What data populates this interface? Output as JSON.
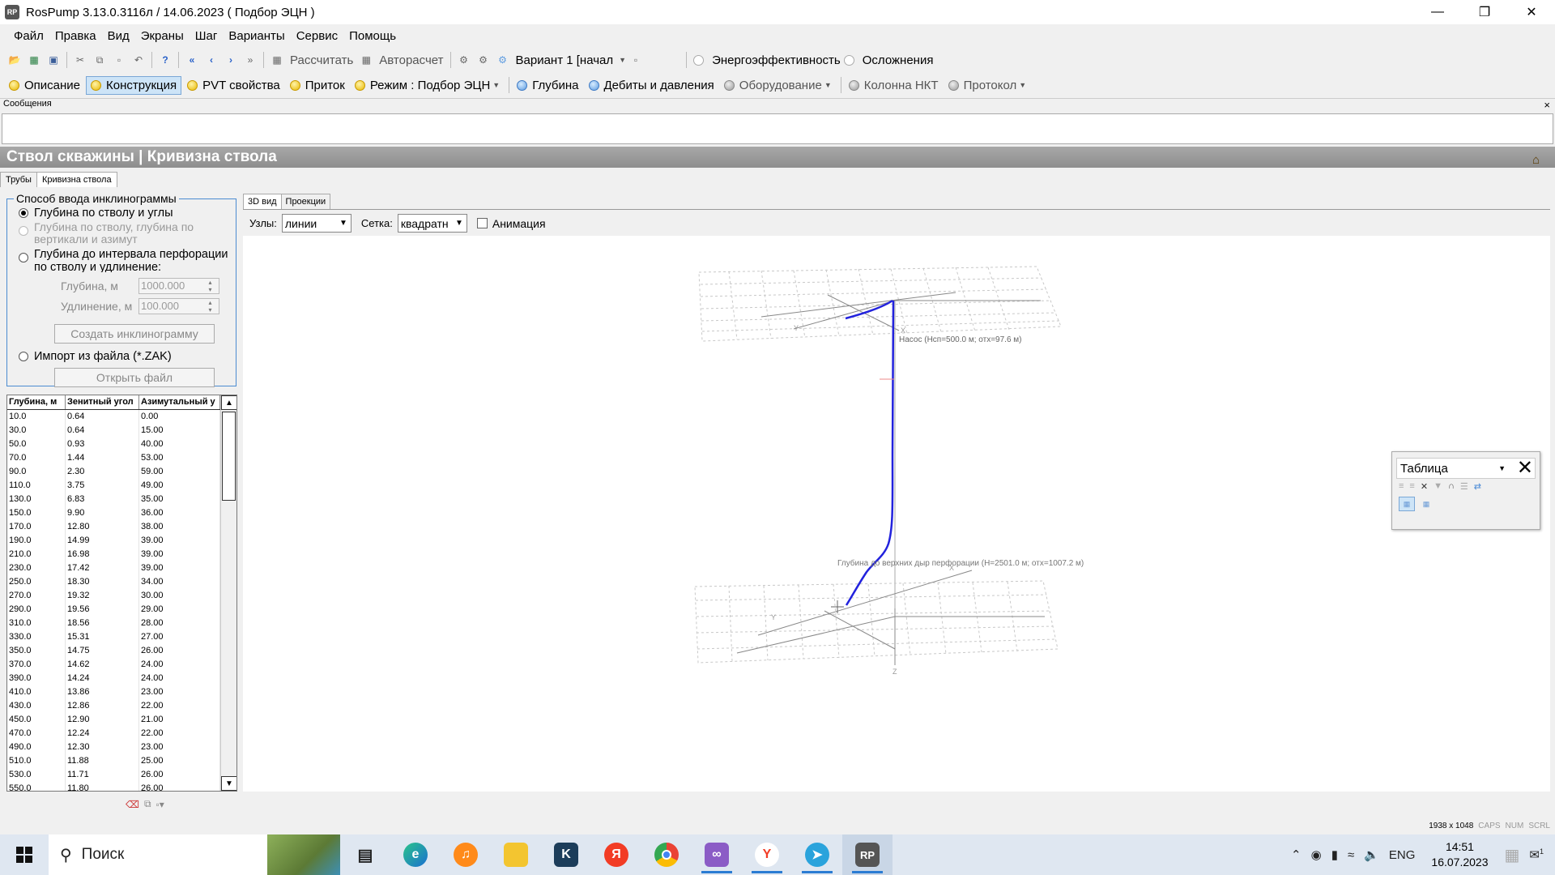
{
  "window": {
    "title": "RosPump 3.13.0.3116л / 14.06.2023 ( Подбор ЭЦН )",
    "app_icon": "RP"
  },
  "menu": [
    "Файл",
    "Правка",
    "Вид",
    "Экраны",
    "Шаг",
    "Варианты",
    "Сервис",
    "Помощь"
  ],
  "toolbar1": {
    "calc": "Рассчитать",
    "autocalc": "Авторасчет",
    "variant": "Вариант 1 [начал",
    "energy": "Энергоэффективность",
    "complications": "Осложнения"
  },
  "toolbar2": {
    "tabs": [
      {
        "label": "Описание",
        "status": "yellow"
      },
      {
        "label": "Конструкция",
        "status": "yellow"
      },
      {
        "label": "PVT свойства",
        "status": "yellow"
      },
      {
        "label": "Приток",
        "status": "yellow"
      },
      {
        "label": "Режим : Подбор ЭЦН",
        "status": "yellow"
      },
      {
        "label": "Глубина",
        "status": "blue"
      },
      {
        "label": "Дебиты и давления",
        "status": "blue"
      },
      {
        "label": "Оборудование",
        "status": "gray"
      },
      {
        "label": "Колонна НКТ",
        "status": "gray"
      },
      {
        "label": "Протокол",
        "status": "gray"
      }
    ]
  },
  "messages": {
    "title": "Сообщения",
    "close": "×"
  },
  "header": {
    "title": "Ствол скважины | Кривизна ствола"
  },
  "subtabs": [
    "Трубы",
    "Кривизна ствола"
  ],
  "input_method": {
    "legend": "Способ ввода инклинограммы",
    "opt1": "Глубина по стволу и углы",
    "opt2a": "Глубина по стволу, глубина по",
    "opt2b": "вертикали и азимут",
    "opt3a": "Глубина до интервала перфорации",
    "opt3b": "по стволу и удлинение:",
    "depth_label": "Глубина, м",
    "depth_value": "1000.000",
    "elong_label": "Удлинение, м",
    "elong_value": "100.000",
    "create_btn": "Создать инклинограмму",
    "opt4": "Импорт из файла (*.ZAK)",
    "open_btn": "Открыть файл"
  },
  "table": {
    "headers": [
      "Глубина, м",
      "Зенитный угол",
      "Азимутальный у"
    ],
    "rows": [
      [
        "10.0",
        "0.64",
        "0.00"
      ],
      [
        "30.0",
        "0.64",
        "15.00"
      ],
      [
        "50.0",
        "0.93",
        "40.00"
      ],
      [
        "70.0",
        "1.44",
        "53.00"
      ],
      [
        "90.0",
        "2.30",
        "59.00"
      ],
      [
        "110.0",
        "3.75",
        "49.00"
      ],
      [
        "130.0",
        "6.83",
        "35.00"
      ],
      [
        "150.0",
        "9.90",
        "36.00"
      ],
      [
        "170.0",
        "12.80",
        "38.00"
      ],
      [
        "190.0",
        "14.99",
        "39.00"
      ],
      [
        "210.0",
        "16.98",
        "39.00"
      ],
      [
        "230.0",
        "17.42",
        "39.00"
      ],
      [
        "250.0",
        "18.30",
        "34.00"
      ],
      [
        "270.0",
        "19.32",
        "30.00"
      ],
      [
        "290.0",
        "19.56",
        "29.00"
      ],
      [
        "310.0",
        "18.56",
        "28.00"
      ],
      [
        "330.0",
        "15.31",
        "27.00"
      ],
      [
        "350.0",
        "14.75",
        "26.00"
      ],
      [
        "370.0",
        "14.62",
        "24.00"
      ],
      [
        "390.0",
        "14.24",
        "24.00"
      ],
      [
        "410.0",
        "13.86",
        "23.00"
      ],
      [
        "430.0",
        "12.86",
        "22.00"
      ],
      [
        "450.0",
        "12.90",
        "21.00"
      ],
      [
        "470.0",
        "12.24",
        "22.00"
      ],
      [
        "490.0",
        "12.30",
        "23.00"
      ],
      [
        "510.0",
        "11.88",
        "25.00"
      ],
      [
        "530.0",
        "11.71",
        "26.00"
      ],
      [
        "550.0",
        "11.80",
        "26.00"
      ]
    ]
  },
  "view": {
    "tabs": [
      "3D вид",
      "Проекции"
    ],
    "nodes_label": "Узлы:",
    "nodes_value": "линии",
    "grid_label": "Сетка:",
    "grid_value": "квадратн",
    "animation_label": "Анимация",
    "pump_annotation": "Насос (Нсп=500.0 м; отх=97.6 м)",
    "perf_annotation": "Глубина до верхних дыр перфорации (Н=2501.0 м; отх=1007.2 м)",
    "axis_x": "X",
    "axis_y": "Y",
    "axis_z": "Z"
  },
  "float_panel": {
    "title": "Таблица"
  },
  "status": {
    "size": "1938 x 1048",
    "caps": "CAPS",
    "num": "NUM",
    "scrl": "SCRL"
  },
  "taskbar": {
    "search": "Поиск",
    "lang": "ENG",
    "time": "14:51",
    "date": "16.07.2023",
    "notif": "1"
  }
}
